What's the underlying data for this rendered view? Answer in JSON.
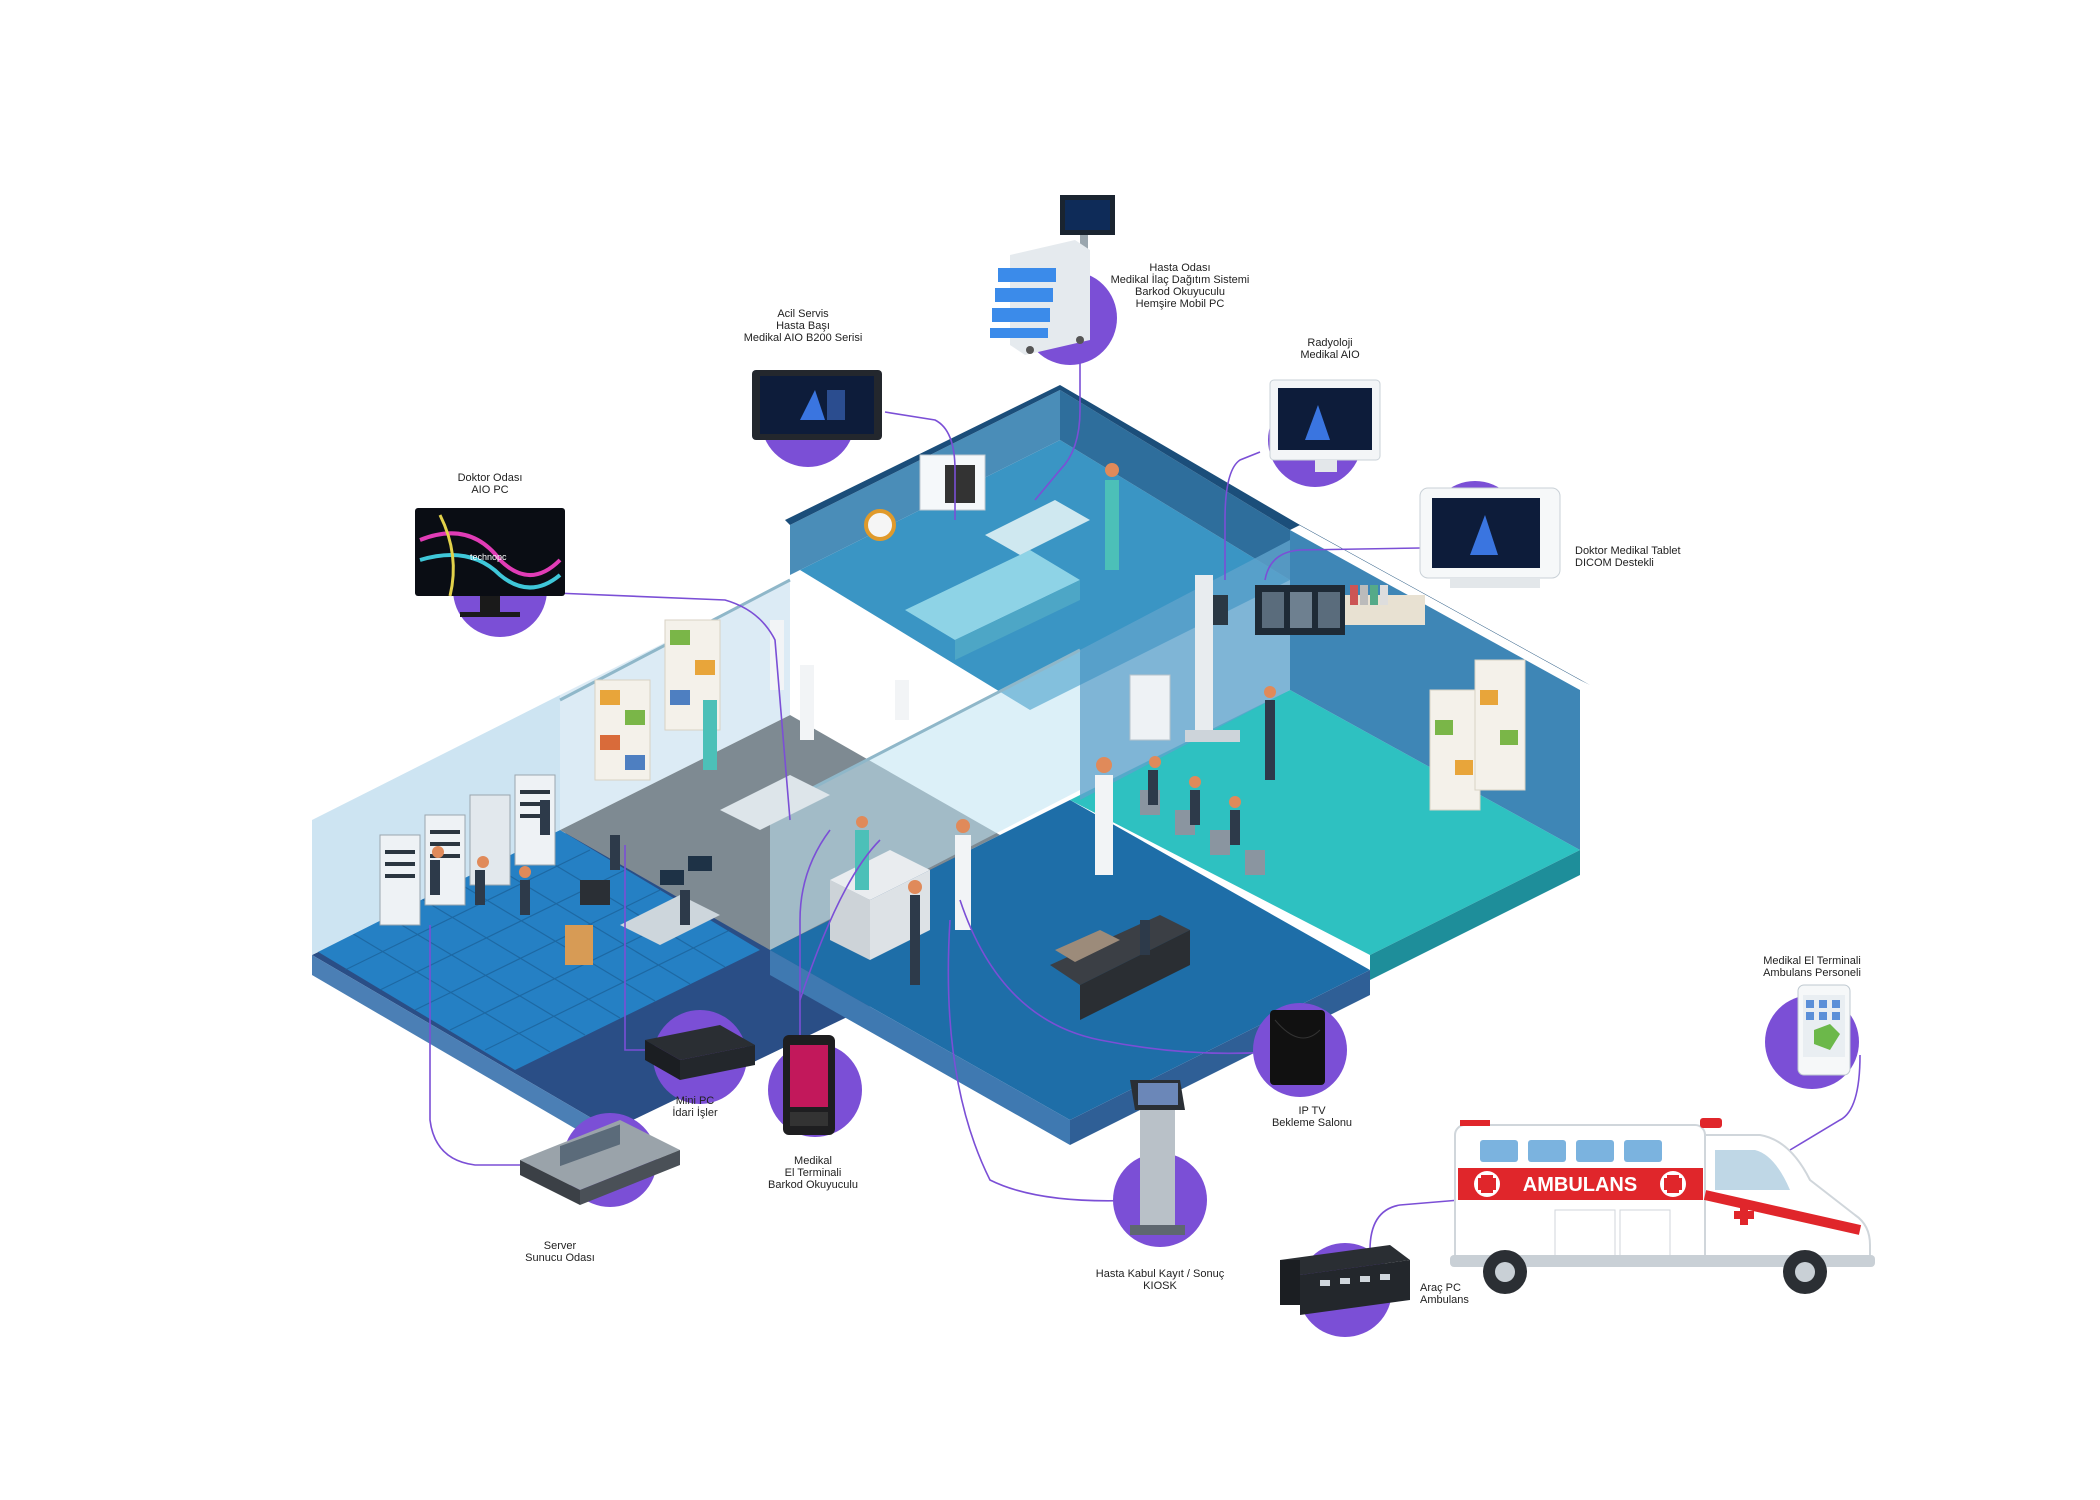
{
  "labels": {
    "doktor_odasi": [
      "Doktor Odası",
      "AIO PC"
    ],
    "acil_servis": [
      "Acil Servis",
      "Hasta Başı",
      "Medikal AIO B200 Serisi"
    ],
    "hasta_odasi": [
      "Hasta Odası",
      "Medikal İlaç Dağıtım Sistemi",
      "Barkod Okuyuculu",
      "Hemşire Mobil PC"
    ],
    "radyoloji": [
      "Radyoloji",
      "Medikal AIO"
    ],
    "doktor_tablet": [
      "Doktor Medikal Tablet",
      "DICOM Destekli"
    ],
    "ambulans_terminal": [
      "Medikal El Terminali",
      "Ambulans Personeli"
    ],
    "ip_tv": [
      "IP TV",
      "Bekleme Salonu"
    ],
    "kiosk": [
      "Hasta Kabul Kayıt / Sonuç",
      "KIOSK"
    ],
    "mini_pc": [
      "Mini PC",
      "İdari İşler"
    ],
    "el_terminali": [
      "Medikal",
      "El Terminali",
      "Barkod Okuyuculu"
    ],
    "server": [
      "Server",
      "Sunucu Odası"
    ],
    "arac_pc": [
      "Araç PC",
      "Ambulans"
    ]
  },
  "ambulance_text": "AMBULANS",
  "monitor_brand": "technopc",
  "colors": {
    "accent": "#7B4FD6",
    "floor_blue": "#1E6EA8",
    "floor_teal": "#2EC1C1",
    "wall_blue": "#4A8DB8",
    "ambulance_red": "#E0262B"
  }
}
